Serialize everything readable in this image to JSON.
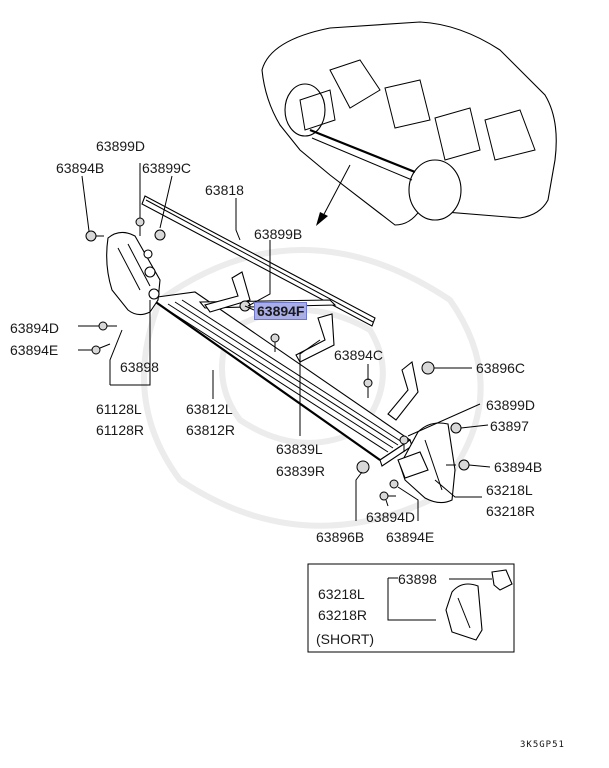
{
  "diagram": {
    "labels": {
      "p63899D_top": "63899D",
      "p63894B_top": "63894B",
      "p63899C": "63899C",
      "p63818": "63818",
      "p63899B": "63899B",
      "p63894F": "63894F",
      "p63894D_left": "63894D",
      "p63894E_left": "63894E",
      "p63898_left": "63898",
      "p61128L": "61128L",
      "p61128R": "61128R",
      "p63812L": "63812L",
      "p63812R": "63812R",
      "p63894C": "63894C",
      "p63896C": "63896C",
      "p63899D_right": "63899D",
      "p63897": "63897",
      "p63894B_right": "63894B",
      "p63839L": "63839L",
      "p63839R": "63839R",
      "p63218L": "63218L",
      "p63218R": "63218R",
      "p63896B": "63896B",
      "p63894D_bottom": "63894D",
      "p63894E_bottom": "63894E"
    },
    "inset": {
      "part_l": "63218L",
      "part_r": "63218R",
      "p63898": "63898",
      "note": "(SHORT)"
    },
    "diagram_code": "3K5GP51",
    "highlighted_part": "63894F",
    "colors": {
      "highlight": "#a9aee6",
      "line": "#000000",
      "watermark": "#ececec"
    }
  }
}
